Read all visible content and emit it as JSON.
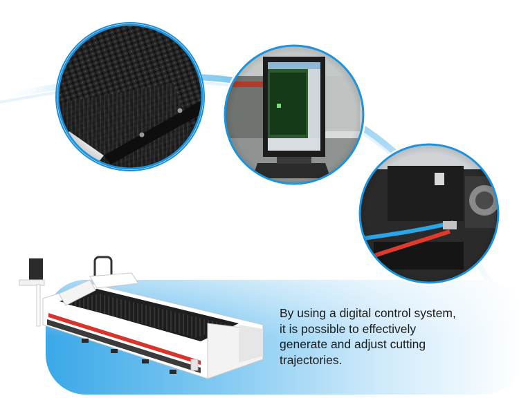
{
  "caption": {
    "line1": "By using a digital control system,",
    "line2": "it is possible to effectively",
    "line3": "generate and adjust cutting",
    "line4": "trajectories."
  },
  "colors": {
    "accent_blue": "#1f9fe6",
    "light_blue": "#bfe3f7",
    "panel_blue": "#49b3ea"
  },
  "images": [
    {
      "name": "honeycomb-bed-closeup"
    },
    {
      "name": "control-monitor-photo"
    },
    {
      "name": "laser-head-closeup"
    },
    {
      "name": "laser-cutting-machine"
    }
  ]
}
